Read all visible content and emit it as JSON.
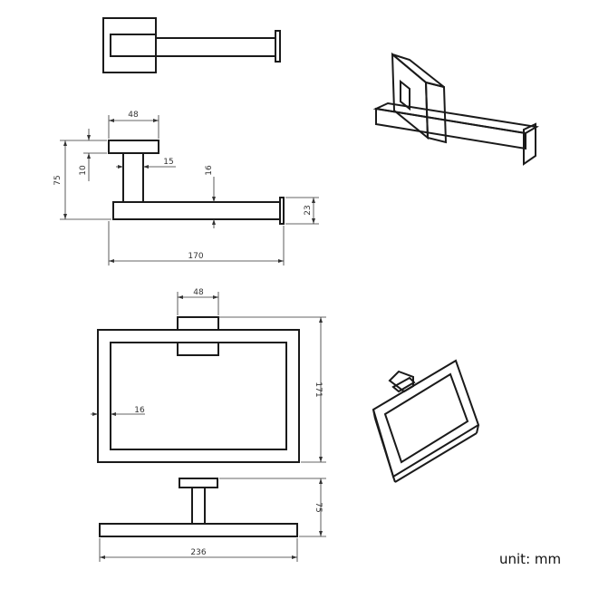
{
  "paper_holder": {
    "dim_base_width": "48",
    "dim_height": "75",
    "dim_base_depth": "10",
    "dim_stem": "15",
    "dim_bar": "16",
    "dim_end": "23",
    "dim_length": "170"
  },
  "towel_ring": {
    "dim_base_width": "48",
    "dim_height": "171",
    "dim_frame": "16",
    "dim_depth": "75",
    "dim_length": "236"
  },
  "unit_label": "unit: mm"
}
